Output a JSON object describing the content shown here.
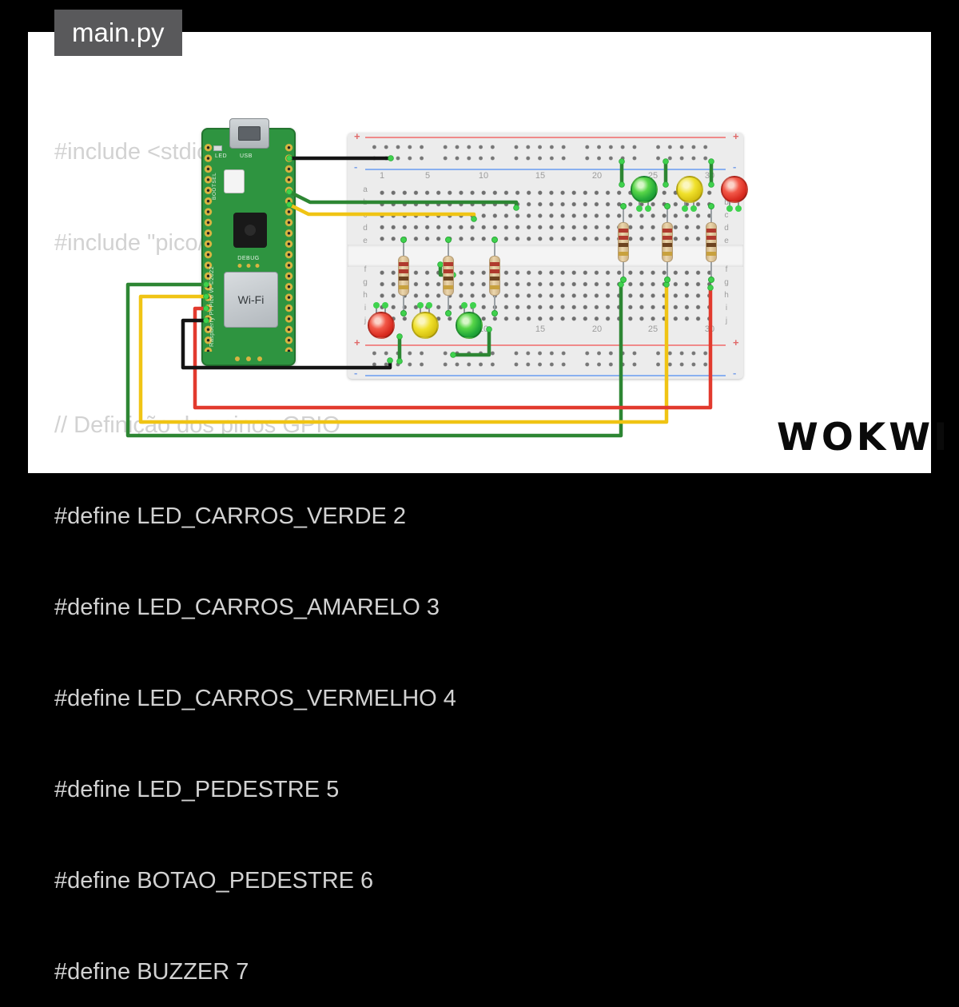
{
  "editor": {
    "tab_label": "main.py",
    "code_lines": [
      "#include <stdio.h>",
      "#include \"pico/stdlib.h\"",
      "",
      "// Definição dos pinos GPIO",
      "#define LED_CARROS_VERDE 2",
      "#define LED_CARROS_AMARELO 3",
      "#define LED_CARROS_VERMELHO 4",
      "#define LED_PEDESTRE 5",
      "#define BOTAO_PEDESTRE 6",
      "#define BUZZER 7"
    ]
  },
  "pico": {
    "led_label": "LED",
    "usb_label": "USB",
    "bootsel_label": "BOOTSEL",
    "debug_label": "DEBUG",
    "wifi_label": "Wi-Fi",
    "board_text": "Raspberry Pi Pico W ©2022"
  },
  "breadboard": {
    "column_numbers": [
      "1",
      "5",
      "10",
      "15",
      "20",
      "25",
      "30"
    ],
    "row_letters_upper": [
      "a",
      "b",
      "c",
      "d",
      "e"
    ],
    "row_letters_lower": [
      "f",
      "g",
      "h",
      "i",
      "j"
    ],
    "rail_plus": "+",
    "rail_minus": "-"
  },
  "logo": {
    "text": "WOKWI"
  },
  "colors": {
    "wire_green": "#2d8633",
    "wire_yellow": "#f0c414",
    "wire_red": "#e23a2e",
    "wire_black": "#141414",
    "connection_dot": "#3fd24d",
    "pico_board_green": "#2e9440",
    "led_green": "#27b53c",
    "led_yellow": "#e6d31f",
    "led_red": "#e53530",
    "tab_background": "#59595b",
    "code_text": "#d2d2d2"
  }
}
